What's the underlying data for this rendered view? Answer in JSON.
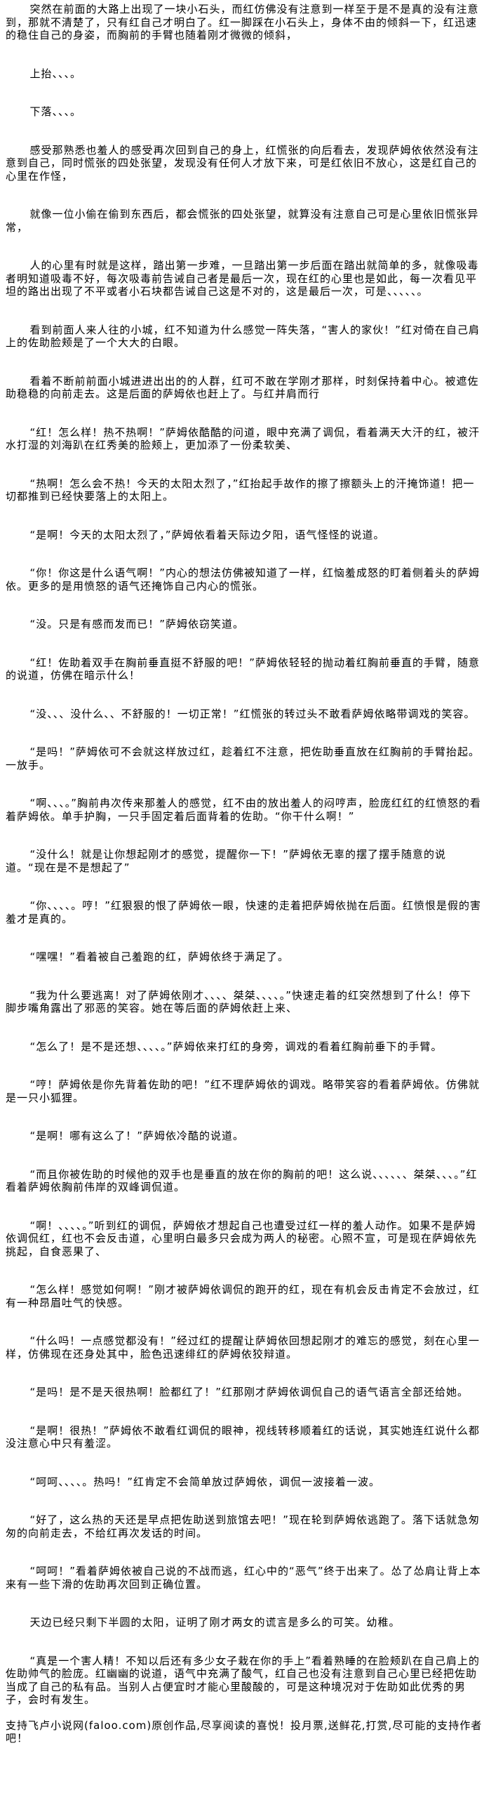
{
  "paragraphs": [
    "突然在前面的大路上出现了一块小石头，而红仿佛没有注意到一样至于是不是真的没有注意到，那就不清楚了，只有红自己才明白了。红一脚踩在小石头上，身体不由的倾斜一下，红迅速的稳住自己的身姿，而胸前的手臂也随着刚才微微的倾斜，",
    "上抬、、、。",
    "下落、、、。",
    "感受那熟悉也羞人的感受再次回到自己的身上，红慌张的向后看去，发现萨姆依依然没有注意到自己，同时慌张的四处张望，发现没有任何人才放下来，可是红依旧不放心，这是红自己的心里在作怪，",
    "就像一位小偷在偷到东西后，都会慌张的四处张望，就算没有注意自己可是心里依旧慌张异常，",
    "人的心里有时就是这样，踏出第一步难，一旦踏出第一步后面在踏出就简单的多，就像吸毒者明知道吸毒不好，每次吸毒前告诫自己者是最后一次，现在红的心里也是如此，每一次看见平坦的路出出现了不平或者小石块都告诫自己这是不对的，这是最后一次，可是、、、、、。",
    "看到前面人来人往的小城，红不知道为什么感觉一阵失落，“害人的家伙！”红对倚在自己肩上的佐助脸颊是了一个大大的白眼。",
    "看着不断前前面小城进进出出的的人群，红可不敢在学刚才那样，时刻保持着中心。被遮佐助稳稳的向前走去。这是后面的萨姆依也赶上了。与红并肩而行",
    "“红！怎么样！热不热啊！”萨姆依酷酷的问道，眼中充满了调侃，看着满天大汗的红，被汗水打湿的刘海趴在红秀美的脸颊上，更加添了一份柔软美、",
    "“热啊！怎么会不热！今天的太阳太烈了，”红抬起手故作的擦了擦额头上的汗掩饰道！把一切都推到已经快要落上的太阳上。",
    "“是啊！今天的太阳太烈了，”萨姆依看着天际边夕阳，语气怪怪的说道。",
    "“你！你这是什么语气啊！”内心的想法仿佛被知道了一样，红恼羞成怒的盯着侧着头的萨姆依。更多的是用愤怒的语气还掩饰自己内心的慌张。",
    "“没。只是有感而发而已！”萨姆依窃笑道。",
    "“红！佐助着双手在胸前垂直挺不舒服的吧！”萨姆依轻轻的抛动着红胸前垂直的手臂，随意的说道，仿佛在暗示什么！",
    "“没、、、没什么、、不舒服的！一切正常！”红慌张的转过头不敢看萨姆依略带调戏的笑容。",
    "“是吗！”萨姆依可不会就这样放过红，趁着红不注意，把佐助垂直放在红胸前的手臂抬起。一放手。",
    "“啊、、、。”胸前冉次传来那羞人的感觉，红不由的放出羞人的闷哼声，脸庞红红的红愤怒的看着萨姆依。单手护胸，一只手固定着后面背着的佐助。“你干什么啊！”",
    "“没什么！就是让你想起刚才的感觉，提醒你一下！”萨姆依无辜的摆了摆手随意的说道。“现在是不是想起了”",
    "“你、、、、。哼！”红狠狠的恨了萨姆依一眼，快速的走着把萨姆依抛在后面。红愤恨是假的害羞才是真的。",
    "“嘿嘿！”看着被自己羞跑的红，萨姆依终于满足了。",
    "“我为什么要逃离！对了萨姆依刚才、、、、桀桀、、、、。”快速走着的红突然想到了什么！停下脚步嘴角露出了邪恶的笑容。她在等后面的萨姆依赶上来、",
    "“怎么了！是不是还想、、、、。”萨姆依来打红的身旁，调戏的看着红胸前垂下的手臂。",
    "“哼！萨姆依是你先背着佐助的吧！”红不理萨姆依的调戏。略带笑容的看着萨姆依。仿佛就是一只小狐狸。",
    "“是啊！哪有这么了！”萨姆依冷酷的说道。",
    "“而且你被佐助的时候他的双手也是垂直的放在你的胸前的吧！这么说、、、、、、桀桀、、、。”红看着萨姆依胸前伟岸的双峰调侃道。",
    "“啊！、、、、。”听到红的调侃，萨姆依才想起自己也遭受过红一样的羞人动作。如果不是萨姆依调侃红，红也不会反击道，心里明白最多只会成为两人的秘密。心照不宣，可是现在萨姆依先挑起，自食恶果了、",
    "“怎么样！感觉如何啊！”刚才被萨姆依调侃的跑开的红，现在有机会反击肯定不会放过，红有一种昂眉吐气的快感。",
    "“什么吗！一点感觉都没有！”经过红的提醒让萨姆依回想起刚才的难忘的感觉，刻在心里一样，仿佛现在还身处其中，脸色迅速绯红的萨姆依狡辩道。",
    "“是吗！是不是天很热啊！脸都红了！”红那刚才萨姆依调侃自己的语气语言全部还给她。",
    "“是啊！很热！”萨姆依不敢看红调侃的眼神，视线转移顺着红的话说，其实她连红说什么都没注意心中只有羞涩。",
    "“呵呵、、、、。热吗！”红肯定不会简单放过萨姆依，调侃一波接着一波。",
    "“好了，这么热的天还是早点把佐助送到旅馆去吧！”现在轮到萨姆依逃跑了。落下话就急匆匆的向前走去，不给红再次发话的时间。",
    "“呵呵！”看着萨姆依被自己说的不战而逃，红心中的“恶气”终于出来了。怂了怂肩让背上本来有一些下滑的佐助再次回到正确位置。",
    "天边已经只剩下半圆的太阳，证明了刚才两女的谎言是多么的可笑。幼稚。",
    "“真是一个害人精！不知以后还有多少女子栽在你的手上”看着熟睡的在脸颊趴在自己肩上的佐助帅气的脸庞。红幽幽的说道，语气中充满了酸气，红自己也没有注意到自己心里已经把佐助当成了自己的私有品。当别人占便宜时才能心里酸酸的，可是这种境况对于佐助如此优秀的男子，会时有发生。"
  ],
  "footer": "支持飞卢小说网(faloo.com)原创作品,尽享阅读的喜悦！投月票,送鲜花,打赏,尽可能的支持作者吧！"
}
